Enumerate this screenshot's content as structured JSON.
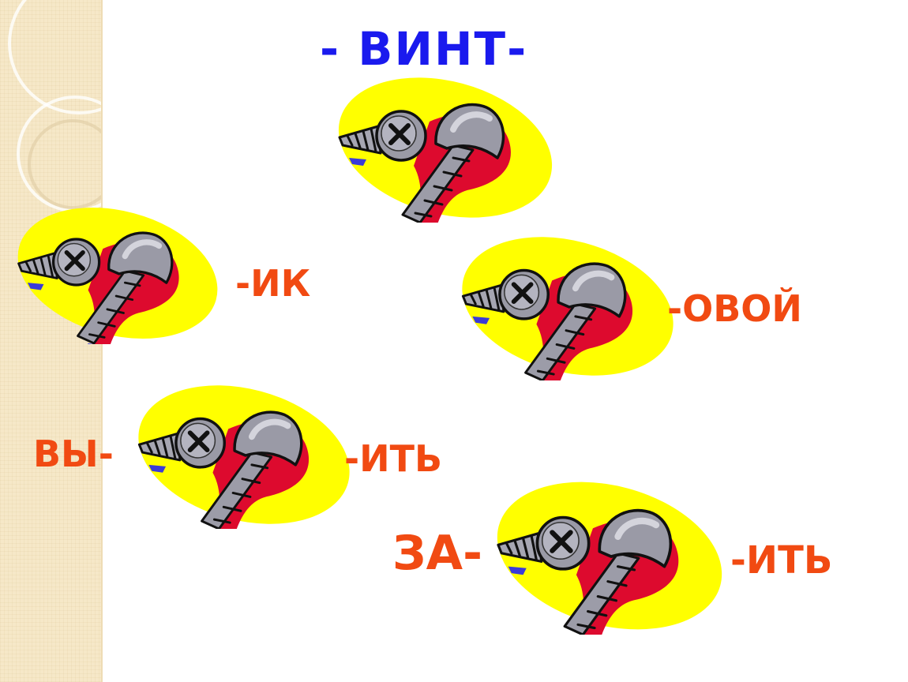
{
  "title": "- ВИНТ-",
  "words": {
    "suffix_ik": "-ИК",
    "suffix_ovoi": "-ОВОЙ",
    "prefix_vy": "ВЫ-",
    "suffix_it_1": "-ИТЬ",
    "prefix_za": "ЗА-",
    "suffix_it_2": "-ИТЬ"
  },
  "colors": {
    "title": "#1a1aee",
    "affix": "#f14a12",
    "blob": "#ffff00",
    "shadow": "#dd0a2e",
    "screw": "#9a9aa6"
  },
  "icons": [
    "screws-icon",
    "screws-icon",
    "screws-icon",
    "screws-icon",
    "screws-icon"
  ]
}
